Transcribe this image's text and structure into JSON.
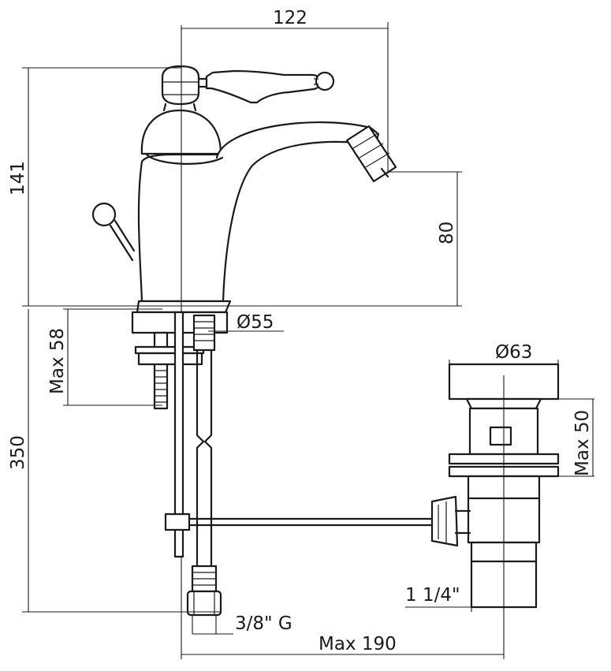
{
  "dimensions": {
    "width_top": "122",
    "height_body": "141",
    "spout_height": "80",
    "base_diameter": "Ø55",
    "max_thickness": "Max 58",
    "max_total": "350",
    "waste_diameter": "Ø63",
    "waste_max_height": "Max 50",
    "waste_thread": "1 1/4\"",
    "inlet_thread": "3/8\" G",
    "max_reach": "Max 190"
  },
  "colors": {
    "line": "#1a1a1a",
    "background": "#ffffff"
  }
}
